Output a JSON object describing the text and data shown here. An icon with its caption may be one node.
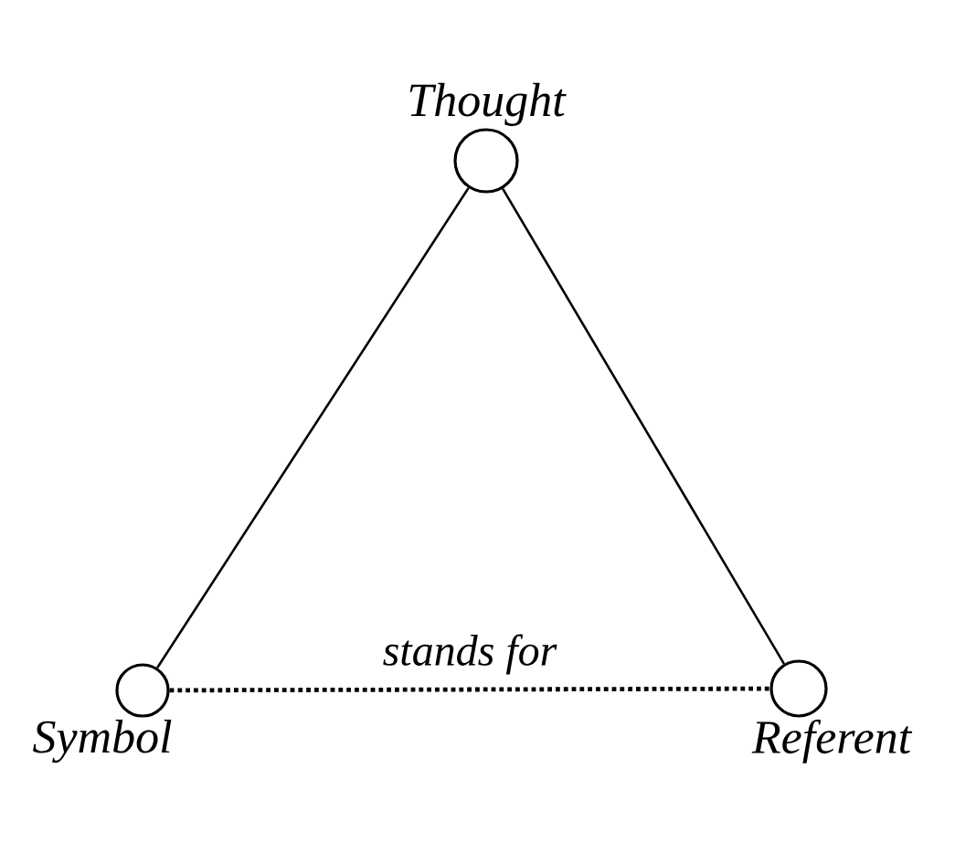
{
  "diagram": {
    "nodes": [
      {
        "text": [
          "Thought"
        ]
      },
      {
        "text": [
          "Symbol"
        ]
      },
      {
        "text": [
          "Referent"
        ]
      }
    ],
    "edges": [
      {
        "from": 0,
        "to": 1,
        "arrow": "none"
      },
      {
        "from": 0,
        "to": 2,
        "arrow": "none"
      },
      {
        "from": 1,
        "to": 2,
        "arrow": "none",
        "label": "stands for",
        "style": "dashed"
      }
    ]
  }
}
